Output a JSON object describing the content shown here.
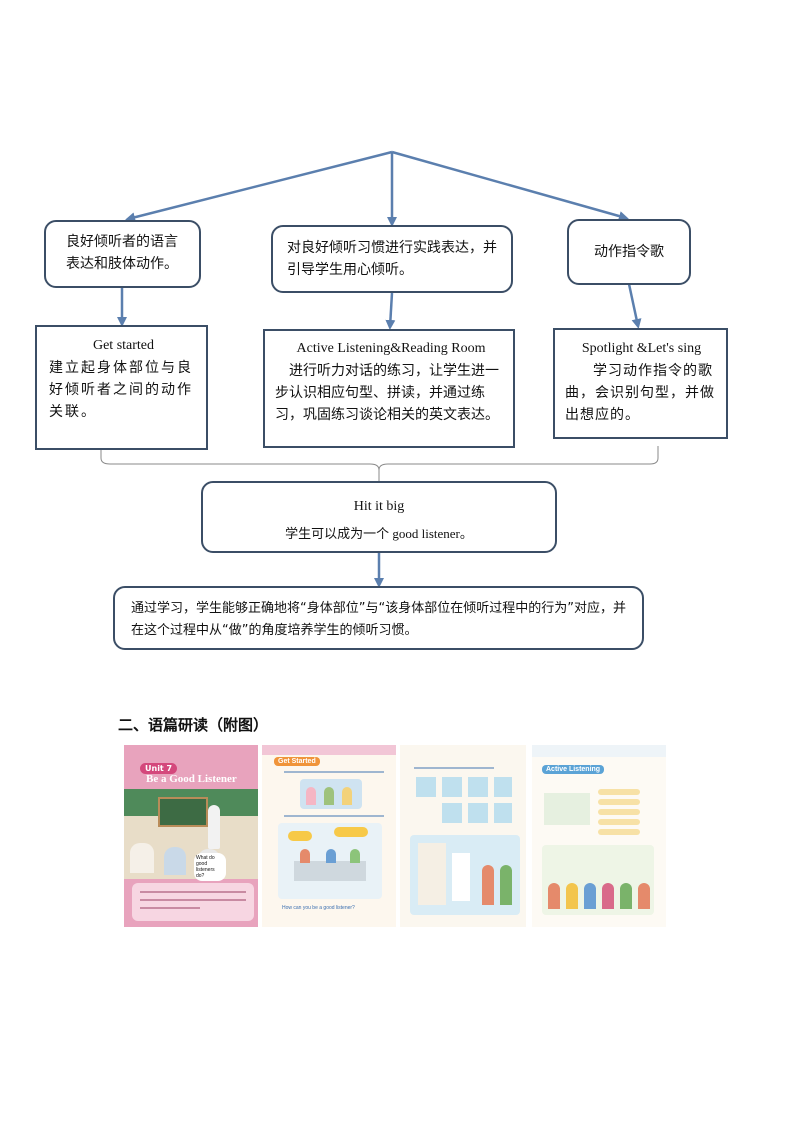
{
  "top_row": {
    "left": "良好倾听者的语言表达和肢体动作。",
    "middle": "对良好倾听习惯进行实践表达，并引导学生用心倾听。",
    "right": "动作指令歌"
  },
  "second_row": {
    "left": {
      "title": "Get started",
      "body": "建立起身体部位与良好倾听者之间的动作关联。"
    },
    "middle": {
      "title": "Active Listening&Reading  Room",
      "body": "进行听力对话的练习，让学生进一步认识相应句型、拼读，并通过练习，巩固练习谈论相关的英文表达。"
    },
    "right": {
      "title": "Spotlight  &Let's sing",
      "body": "学习动作指令的歌曲，会识别句型，并做出想应的。"
    }
  },
  "hit": {
    "title": "Hit it big",
    "body": "学生可以成为一个  good listener。"
  },
  "summary": "通过学习，学生能够正确地将“身体部位”与“该身体部位在倾听过程中的行为”对应，并在这个过程中从“做”的角度培养学生的倾听习惯。",
  "section_heading": "二、语篇研读（附图）",
  "textbook": {
    "page1": {
      "unit": "Unit 7",
      "title": "Be a Good Listener",
      "speech": "What do good listeners do?"
    },
    "page2": {
      "banner": "Get Started",
      "q": "How can you be a good listener?"
    },
    "page4": {
      "banner": "Active Listening"
    }
  },
  "colors": {
    "box_border": "#3b4e66",
    "arrow": "#5b7fae"
  }
}
